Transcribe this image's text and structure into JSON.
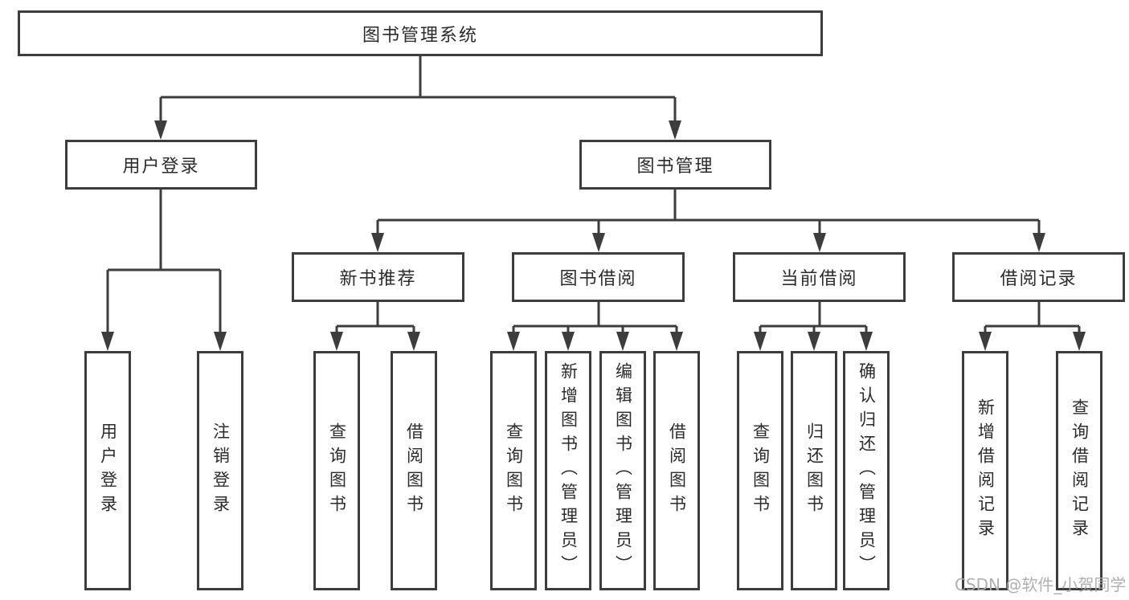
{
  "diagram": {
    "root": {
      "label": "图书管理系统"
    },
    "login": {
      "label": "用户登录",
      "children": [
        {
          "label": "用户登录"
        },
        {
          "label": "注销登录"
        }
      ]
    },
    "mgmt": {
      "label": "图书管理",
      "groups": [
        {
          "label": "新书推荐",
          "children": [
            {
              "label": "查询图书"
            },
            {
              "label": "借阅图书"
            }
          ]
        },
        {
          "label": "图书借阅",
          "children": [
            {
              "label": "查询图书"
            },
            {
              "label": "新增图书（管理员）"
            },
            {
              "label": "编辑图书（管理员）"
            },
            {
              "label": "借阅图书"
            }
          ]
        },
        {
          "label": "当前借阅",
          "children": [
            {
              "label": "查询图书"
            },
            {
              "label": "归还图书"
            },
            {
              "label": "确认归还（管理员）"
            }
          ]
        },
        {
          "label": "借阅记录",
          "children": [
            {
              "label": "新增借阅记录"
            },
            {
              "label": "查询借阅记录"
            }
          ]
        }
      ]
    }
  },
  "colors": {
    "line": "#3d3d3d",
    "text": "#2b2b2b",
    "watermark_gray": "#a9a9a9",
    "background": "#ffffff"
  },
  "watermark": {
    "text": "CSDN @软件_小贺同学"
  }
}
